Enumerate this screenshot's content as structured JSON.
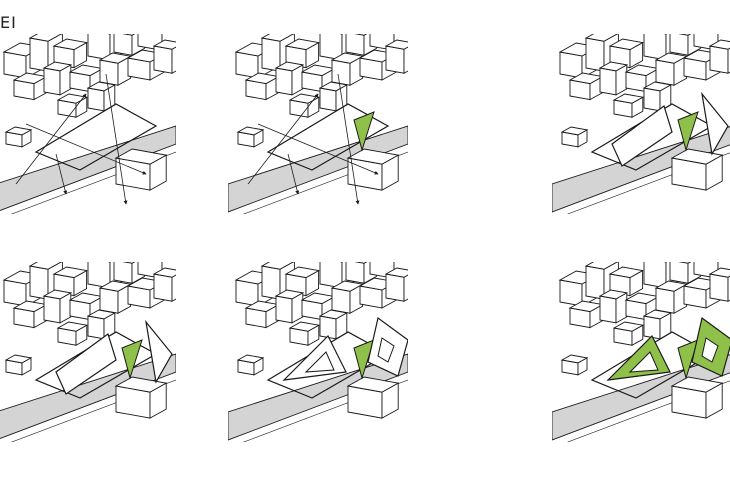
{
  "header": {
    "label": "EI"
  },
  "colors": {
    "ink": "#1a1a1a",
    "green": "#8fc14a",
    "road": "#d4d4d4",
    "paper": "#ffffff"
  },
  "panels": [
    {
      "step": 1,
      "arrows": true,
      "green_triangle": false,
      "buildings": "none"
    },
    {
      "step": 2,
      "arrows": true,
      "green_triangle": true,
      "buildings": "none"
    },
    {
      "step": 3,
      "arrows": false,
      "green_triangle": true,
      "buildings": "wedge"
    },
    {
      "step": 4,
      "arrows": false,
      "green_triangle": true,
      "buildings": "wedge"
    },
    {
      "step": 5,
      "arrows": false,
      "green_triangle": true,
      "buildings": "courtyard"
    },
    {
      "step": 6,
      "arrows": false,
      "green_triangle": true,
      "buildings": "courtyard-green"
    }
  ]
}
